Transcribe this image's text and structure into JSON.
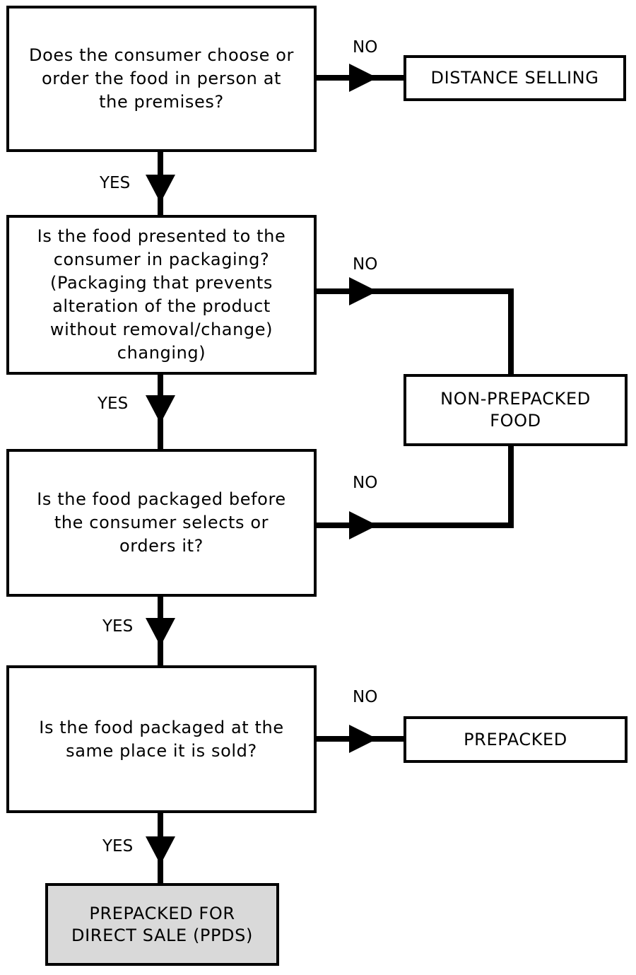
{
  "questions": {
    "q1": "Does the consumer choose or\norder the food in person at\nthe premises?",
    "q2": "Is the food presented to the\nconsumer in packaging?\n(Packaging that prevents\nalteration of the product\nwithout removal/change)\nchanging)",
    "q3": "Is the food packaged before\nthe consumer selects or\norders it?",
    "q4": "Is the food packaged at the\nsame place it is sold?"
  },
  "outcomes": {
    "distance": "DISTANCE SELLING",
    "non_prepacked": "NON-PREPACKED\nFOOD",
    "prepacked": "PREPACKED",
    "ppds": "PREPACKED FOR\nDIRECT SALE (PPDS)"
  },
  "labels": {
    "yes": "YES",
    "no": "NO"
  },
  "colors": {
    "line": "#000000",
    "ppds_fill": "#d9d9d9"
  }
}
